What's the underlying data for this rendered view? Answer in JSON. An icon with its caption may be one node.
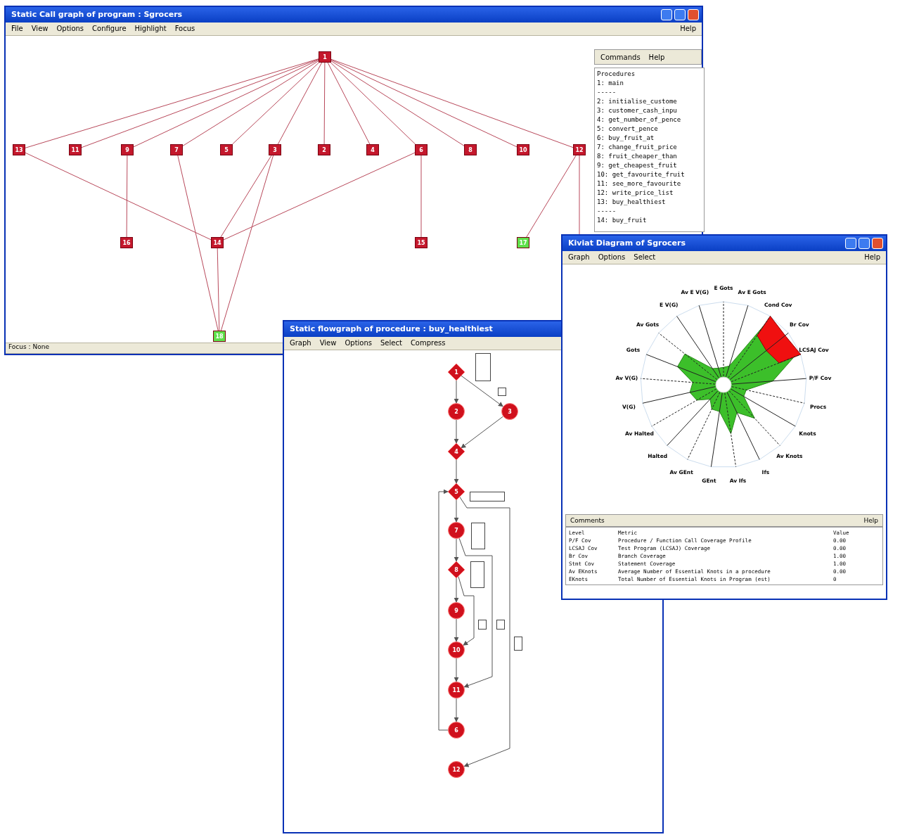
{
  "diagram": {
    "nodes": [
      {
        "text": [
          "Static Call graph of program : Sgrocers"
        ]
      },
      {
        "text": [
          "1"
        ],
        "in": 0
      },
      {
        "text": [
          "13"
        ],
        "in": 0
      },
      {
        "text": [
          "11"
        ],
        "in": 0
      },
      {
        "text": [
          "9"
        ],
        "in": 0
      },
      {
        "text": [
          "7"
        ],
        "in": 0
      },
      {
        "text": [
          "5"
        ],
        "in": 0
      },
      {
        "text": [
          "3"
        ],
        "in": 0
      },
      {
        "text": [
          "2"
        ],
        "in": 0
      },
      {
        "text": [
          "4"
        ],
        "in": 0
      },
      {
        "text": [
          "6"
        ],
        "in": 0
      },
      {
        "text": [
          "8"
        ],
        "in": 0
      },
      {
        "text": [
          "10"
        ],
        "in": 0
      },
      {
        "text": [
          "12"
        ],
        "in": 0
      },
      {
        "text": [
          "16"
        ],
        "in": 0
      },
      {
        "text": [
          "14"
        ],
        "in": 0
      },
      {
        "text": [
          "15"
        ],
        "in": 0
      },
      {
        "text": [
          "17"
        ],
        "in": 0
      },
      {
        "text": [
          "18"
        ],
        "in": 0
      },
      {
        "text": [
          "Static flowgraph of procedure : buy_healthiest"
        ]
      },
      {
        "text": [
          "1"
        ],
        "in": 19
      },
      {
        "text": [
          "2"
        ],
        "in": 19
      },
      {
        "text": [
          "3"
        ],
        "in": 19
      },
      {
        "text": [
          "4"
        ],
        "in": 19
      },
      {
        "text": [
          "5"
        ],
        "in": 19
      },
      {
        "text": [
          "7"
        ],
        "in": 19
      },
      {
        "text": [
          "8"
        ],
        "in": 19
      },
      {
        "text": [
          "9"
        ],
        "in": 19
      },
      {
        "text": [
          "10"
        ],
        "in": 19
      },
      {
        "text": [
          "11"
        ],
        "in": 19
      },
      {
        "text": [
          "6"
        ],
        "in": 19
      },
      {
        "text": [
          "12"
        ],
        "in": 19
      },
      {
        "text": [],
        "shape": "box",
        "in": 19
      },
      {
        "text": [],
        "shape": "box",
        "in": 19
      },
      {
        "text": [],
        "shape": "box",
        "in": 19
      },
      {
        "text": [],
        "shape": "box",
        "in": 19
      },
      {
        "text": [],
        "shape": "box",
        "in": 19
      },
      {
        "text": [],
        "shape": "box",
        "in": 19
      },
      {
        "text": [],
        "shape": "box",
        "in": 19
      },
      {
        "text": [],
        "shape": "box",
        "in": 19
      },
      {
        "text": [
          "Kiviat Diagram of Sgrocers"
        ]
      }
    ],
    "edges": [
      {
        "from": 1,
        "to": 2,
        "arrow": "none"
      },
      {
        "from": 1,
        "to": 3,
        "arrow": "none"
      },
      {
        "from": 1,
        "to": 4,
        "arrow": "none"
      },
      {
        "from": 1,
        "to": 5,
        "arrow": "none"
      },
      {
        "from": 1,
        "to": 6,
        "arrow": "none"
      },
      {
        "from": 1,
        "to": 7,
        "arrow": "none"
      },
      {
        "from": 1,
        "to": 8,
        "arrow": "none"
      },
      {
        "from": 1,
        "to": 9,
        "arrow": "none"
      },
      {
        "from": 1,
        "to": 10,
        "arrow": "none"
      },
      {
        "from": 1,
        "to": 11,
        "arrow": "none"
      },
      {
        "from": 1,
        "to": 12,
        "arrow": "none"
      },
      {
        "from": 1,
        "to": 13,
        "arrow": "none"
      },
      {
        "from": 2,
        "to": 15,
        "arrow": "none"
      },
      {
        "from": 10,
        "to": 15,
        "arrow": "none"
      },
      {
        "from": 4,
        "to": 14,
        "arrow": "none"
      },
      {
        "from": 10,
        "to": 16,
        "arrow": "none"
      },
      {
        "from": 13,
        "to": 17,
        "arrow": "none"
      },
      {
        "from": 7,
        "to": 15,
        "arrow": "none"
      },
      {
        "from": 7,
        "to": 18,
        "arrow": "none"
      },
      {
        "from": 5,
        "to": 18,
        "arrow": "none"
      },
      {
        "from": 15,
        "to": 18,
        "arrow": "none"
      },
      {
        "from": 13,
        "to": 40,
        "arrow": "none"
      },
      {
        "from": 20,
        "to": 21,
        "arrow": "to",
        "color": "#555555"
      },
      {
        "from": 20,
        "to": 22,
        "arrow": "to",
        "color": "#555555"
      },
      {
        "from": 21,
        "to": 23,
        "arrow": "to",
        "color": "#555555"
      },
      {
        "from": 22,
        "to": 23,
        "arrow": "to",
        "color": "#555555"
      },
      {
        "from": 23,
        "to": 24,
        "arrow": "to",
        "color": "#555555"
      },
      {
        "from": 24,
        "to": 25,
        "arrow": "to",
        "color": "#555555"
      },
      {
        "from": 25,
        "to": 26,
        "arrow": "to",
        "color": "#555555"
      },
      {
        "from": 26,
        "to": 27,
        "arrow": "to",
        "color": "#555555"
      },
      {
        "from": 27,
        "to": 28,
        "arrow": "to",
        "color": "#555555"
      },
      {
        "from": 28,
        "to": 29,
        "arrow": "to",
        "color": "#555555"
      },
      {
        "from": 29,
        "to": 30,
        "arrow": "to",
        "color": "#555555"
      },
      {
        "from": 30,
        "to": 24,
        "arrow": "to",
        "color": "#555555"
      },
      {
        "from": 24,
        "to": 31,
        "arrow": "to",
        "color": "#555555"
      },
      {
        "from": 25,
        "to": 29,
        "arrow": "to",
        "color": "#555555"
      },
      {
        "from": 26,
        "to": 28,
        "arrow": "to",
        "color": "#555555"
      }
    ],
    "labels": [
      "File",
      "View",
      "Options",
      "Configure",
      "Highlight",
      "Focus",
      "Help",
      "Commands",
      "Help",
      "Procedures",
      "1: main",
      "-----",
      "2: initialise_custome",
      "3: customer_cash_inpu",
      "4: get_number_of_pence",
      "5: convert_pence",
      "6: buy_fruit_at",
      "7: change_fruit_price",
      "8: fruit_cheaper_than",
      "9: get_cheapest_fruit",
      "10: get_favourite_fruit",
      "11: see_more_favourite",
      "12: write_price_list",
      "13: buy_healthiest",
      "-----",
      "14: buy_fruit",
      "Focus : None",
      "Graph",
      "View",
      "Options",
      "Select",
      "Compress",
      "Graph",
      "Options",
      "Select",
      "Help",
      "E Gots",
      "Av E V(G)",
      "Av E Gots",
      "E V(G)",
      "Cond Cov",
      "Av Gots",
      "Br Cov",
      "Gots",
      "LCSAJ Cov",
      "Av V(G)",
      "P/F Cov",
      "V(G)",
      "Procs",
      "Av Halted",
      "Knots",
      "Halted",
      "Av Knots",
      "Av GEnt",
      "Ifs",
      "GEnt",
      "Av Ifs",
      "Comments",
      "Help",
      "Level",
      "Metric",
      "Value",
      "P/F Cov",
      "Procedure / Function Call Coverage Profile",
      "0.00",
      "LCSAJ Cov",
      "Test Program (LCSAJ) Coverage",
      "0.00",
      "Br Cov",
      "Branch Coverage",
      "1.00",
      "Stmt Cov",
      "Statement Coverage",
      "1.00",
      "Av EKnots",
      "Average Number of Essential Knots in a procedure",
      "0.00",
      "EKnots",
      "Total Number of Essential Knots in Program (est)",
      "0"
    ]
  }
}
